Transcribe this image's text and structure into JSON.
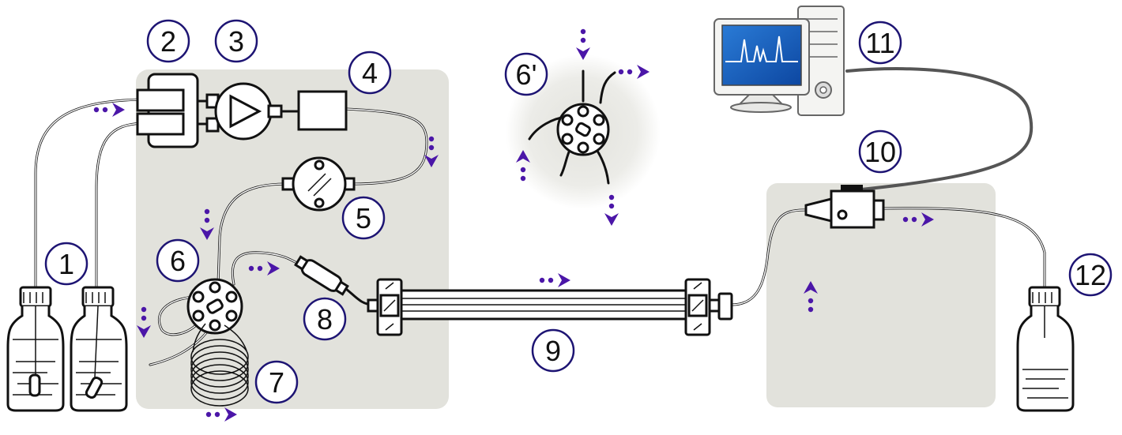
{
  "labels": {
    "l1": "1",
    "l2": "2",
    "l3": "3",
    "l4": "4",
    "l5": "5",
    "l6": "6",
    "l6p": "6'",
    "l7": "7",
    "l8": "8",
    "l9": "9",
    "l10": "10",
    "l11": "11",
    "l12": "12"
  },
  "colors": {
    "panel": "#e2e2dc",
    "arrow": "#4b16a8",
    "circle_stroke": "#1d1473",
    "screen": "#1565c0",
    "outline": "#111111"
  }
}
